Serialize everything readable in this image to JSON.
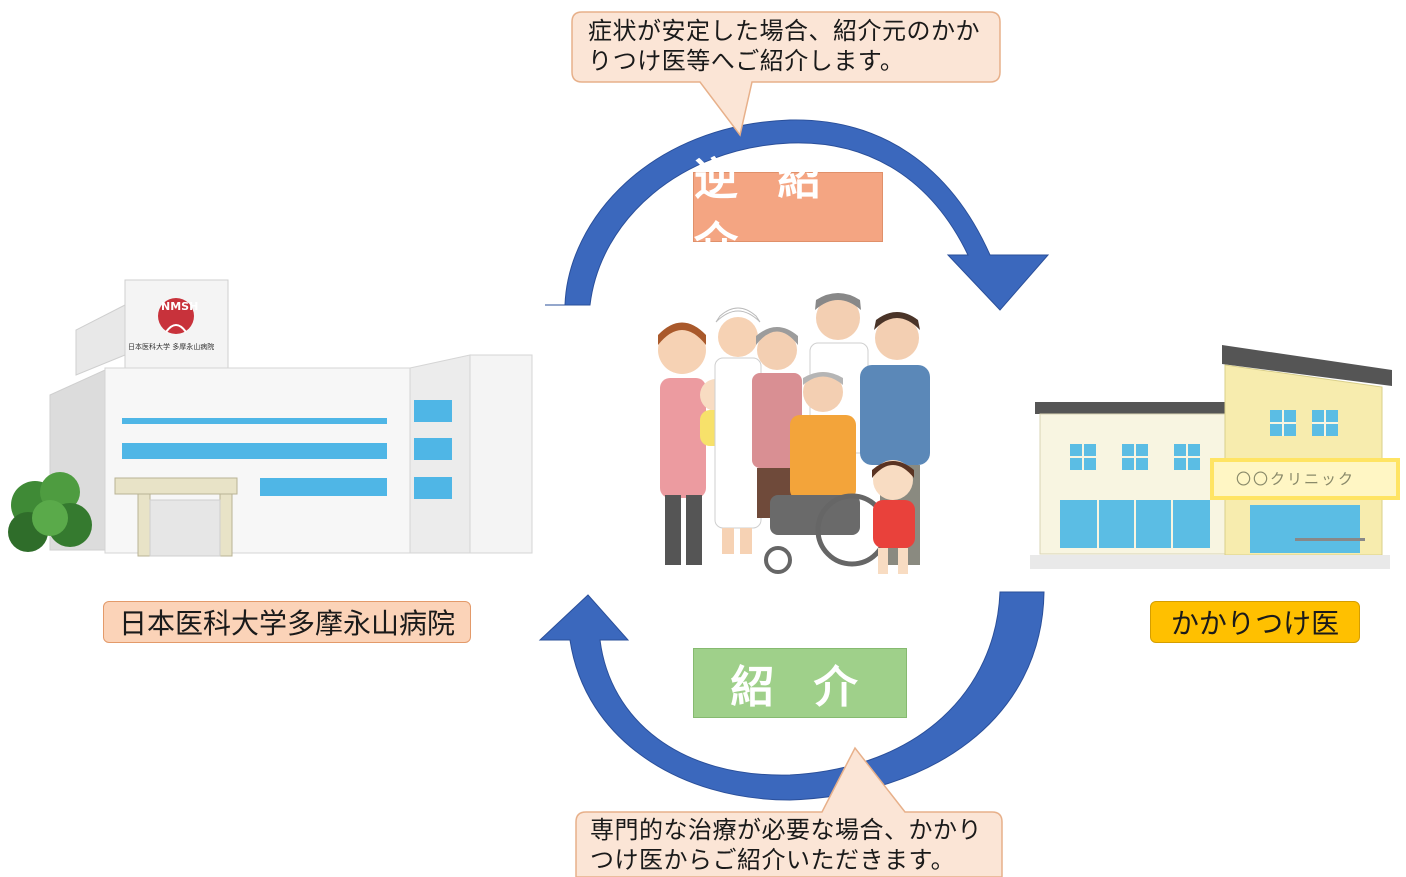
{
  "callout_top": {
    "text": "症状が安定した場合、紹介元のかか\nりつけ医等へご紹介します。"
  },
  "callout_bottom": {
    "text": "専門的な治療が必要な場合、かかり\nつけ医からご紹介いただきます。"
  },
  "label_reverse_referral": {
    "text": "逆 紹 介",
    "color": "#f4a582"
  },
  "label_referral": {
    "text": "紹 介",
    "color": "#9fd08a"
  },
  "hospital": {
    "name": "日本医科大学多摩永山病院",
    "sign_small": "日本医科大学 多摩永山病院",
    "logo": "NMSH",
    "label_color": "#fbd3b8"
  },
  "clinic": {
    "label": "かかりつけ医",
    "sign": "〇〇クリニック",
    "label_color": "#ffc000"
  },
  "colors": {
    "arrow_blue": "#3f6fc0",
    "arrow_dark": "#2a4f9a"
  }
}
